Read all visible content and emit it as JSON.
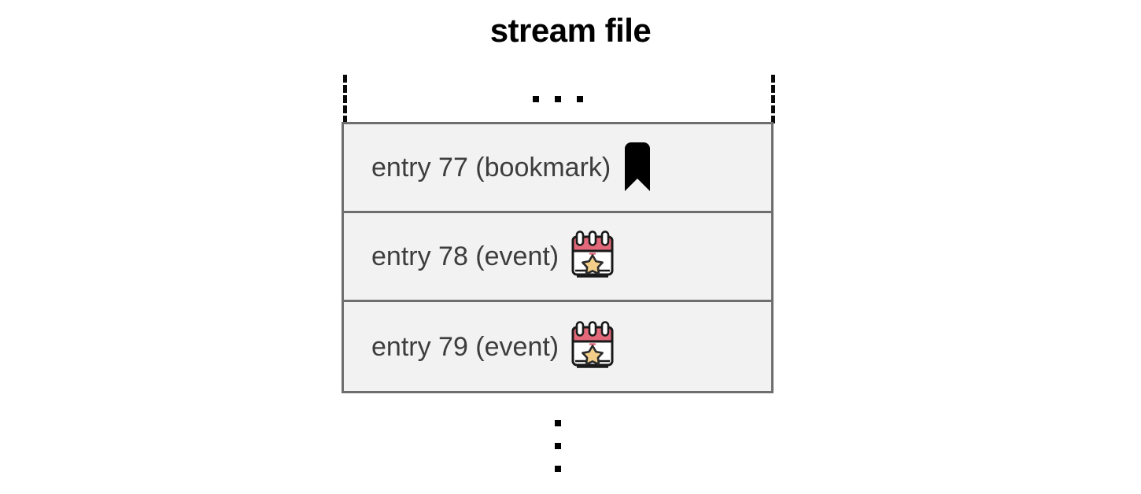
{
  "diagram": {
    "title": "stream file",
    "top_ellipsis": {
      "name": "horizontal-ellipsis",
      "dots": 3,
      "meaning": "more entries above"
    },
    "bottom_ellipsis": {
      "name": "vertical-ellipsis",
      "dots": 3,
      "meaning": "more entries below"
    },
    "entries": [
      {
        "label": "entry 77 (bookmark)",
        "number": 77,
        "kind": "bookmark",
        "icon": "bookmark-icon"
      },
      {
        "label": "entry 78 (event)",
        "number": 78,
        "kind": "event",
        "icon": "calendar-event-icon"
      },
      {
        "label": "entry 79 (event)",
        "number": 79,
        "kind": "event",
        "icon": "calendar-event-icon"
      }
    ],
    "colors": {
      "background": "#ffffff",
      "title_text": "#000000",
      "entry_text": "#3d3d3d",
      "entry_fill": "#f2f2f2",
      "entry_border": "#6e6e6e",
      "rail_dash": "#0a0a0a",
      "bookmark_fill": "#000000",
      "calendar_header": "#e3697a",
      "calendar_body": "#ffffff",
      "calendar_outline": "#1a1a1a",
      "calendar_star": "#f2ce8a",
      "calendar_star_outline": "#2b2b2b"
    }
  }
}
